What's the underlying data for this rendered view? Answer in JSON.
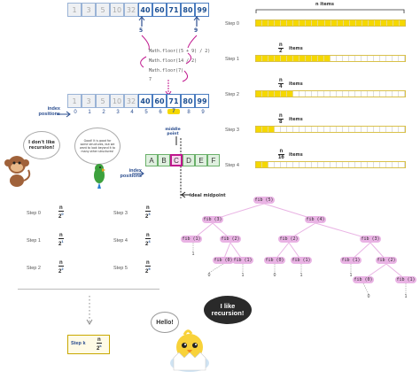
{
  "array_top": {
    "values": [
      "1",
      "3",
      "5",
      "10",
      "32",
      "40",
      "60",
      "71",
      "80",
      "99"
    ]
  },
  "array_mid": {
    "values": [
      "1",
      "3",
      "5",
      "10",
      "32",
      "40",
      "60",
      "71",
      "80",
      "99"
    ]
  },
  "index_label": "index positions",
  "index_numbers": [
    "0",
    "1",
    "2",
    "3",
    "4",
    "5",
    "6",
    "7",
    "8",
    "9"
  ],
  "arrow_labels": {
    "left": "5",
    "right": "9"
  },
  "math_floor": [
    "Math.floor((5 + 9) / 2)",
    "Math.floor(14 / 2)",
    "Math.floor(7)",
    "7"
  ],
  "highlight_index": "7",
  "monkey_bubble": "I don't like recursion!",
  "parrot_bubble": "Good! It is good for some structures, but we want to look beyond it to many other structures!",
  "abc": {
    "letters": [
      "A",
      "B",
      "C",
      "D",
      "E",
      "F"
    ],
    "middle_point": "middle point",
    "index_label": "index positions",
    "ideal_midpoint": "ideal midpoint"
  },
  "step_formulas": {
    "n": "n",
    "base": "2",
    "items": [
      {
        "label": "Step 0",
        "exp": "0"
      },
      {
        "label": "Step 1",
        "exp": "1"
      },
      {
        "label": "Step 2",
        "exp": "2"
      },
      {
        "label": "Step 3",
        "exp": "3"
      },
      {
        "label": "Step 4",
        "exp": "4"
      },
      {
        "label": "Step 5",
        "exp": "5"
      }
    ],
    "final": {
      "label": "Step k",
      "exp": "k"
    }
  },
  "bars": {
    "top_label": "n items",
    "steps": [
      {
        "label": "Step 0",
        "item_label": "n items",
        "filled": 1.0
      },
      {
        "label": "Step 1",
        "item_label": "items",
        "frac": "n/2",
        "filled": 0.5
      },
      {
        "label": "Step 2",
        "item_label": "items",
        "frac": "n/4",
        "filled": 0.25
      },
      {
        "label": "Step 3",
        "item_label": "items",
        "frac": "n/8",
        "filled": 0.125
      },
      {
        "label": "Step 4",
        "item_label": "items",
        "frac": "n/16",
        "filled": 0.0625
      }
    ]
  },
  "fib_tree": {
    "nodes": [
      "fib (5)",
      "fib (3)",
      "fib (4)",
      "fib (1)",
      "fib (2)",
      "fib (2)",
      "fib (3)",
      "fib (0)",
      "fib (1)",
      "fib (0)",
      "fib (1)",
      "fib (1)",
      "fib (2)",
      "fib (0)",
      "fib (1)"
    ],
    "leaf_values": [
      "1",
      "0",
      "1",
      "0",
      "1",
      "1",
      "0",
      "1"
    ]
  },
  "chick": {
    "hello": "Hello!",
    "recursion": "I like recursion!"
  },
  "colors": {
    "blue": "#4a7cc0",
    "yellow": "#f5d800",
    "pink": "#e9b3e4",
    "gray": "#eef0f3"
  }
}
